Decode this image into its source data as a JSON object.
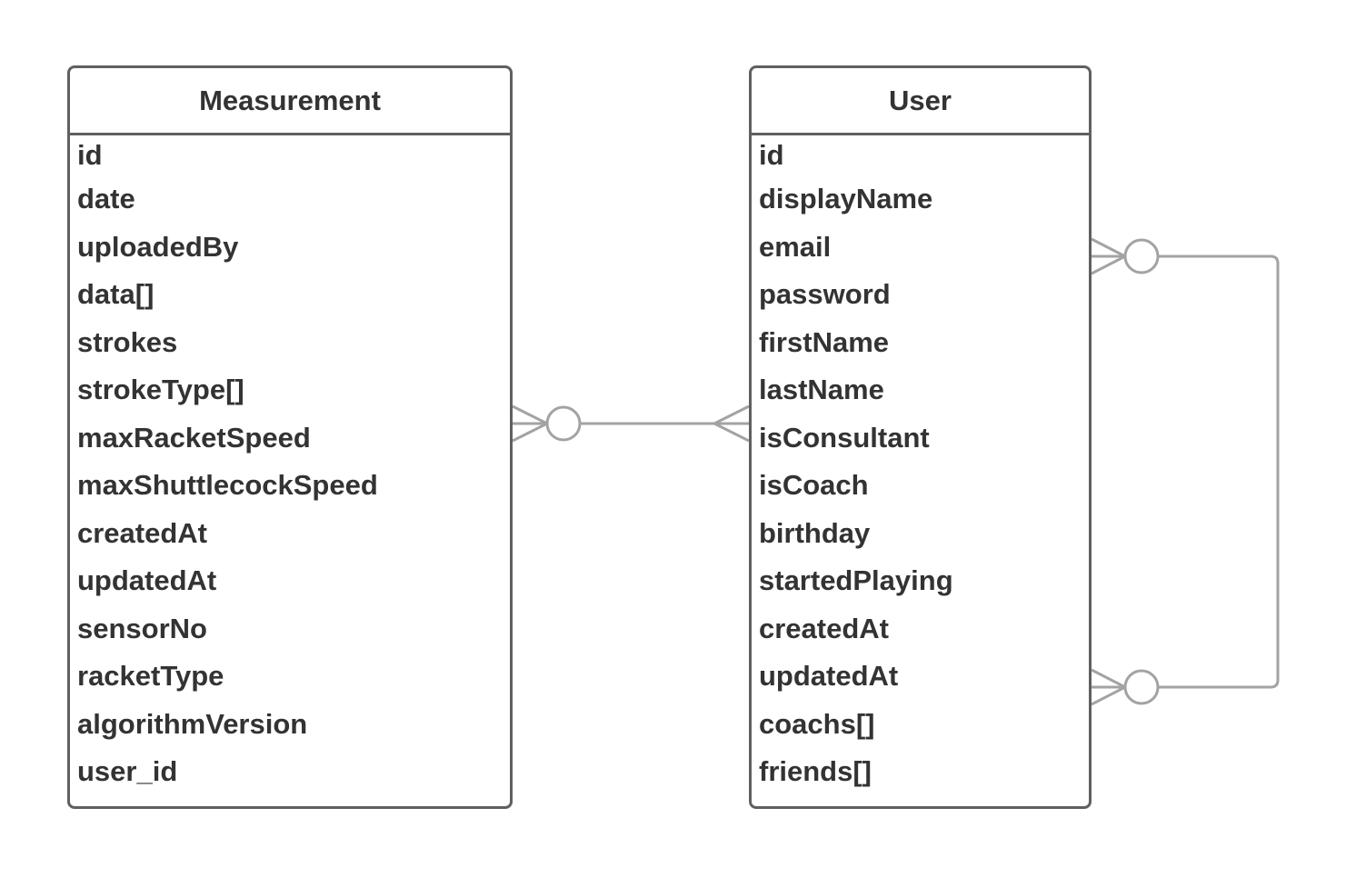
{
  "entities": {
    "measurement": {
      "title": "Measurement",
      "attributes": [
        "id",
        "date",
        "uploadedBy",
        "data[]",
        "strokes",
        "strokeType[]",
        "maxRacketSpeed",
        "maxShuttlecockSpeed",
        "createdAt",
        "updatedAt",
        "sensorNo",
        "racketType",
        "algorithmVersion",
        "user_id"
      ]
    },
    "user": {
      "title": "User",
      "attributes": [
        "id",
        "displayName",
        "email",
        "password",
        "firstName",
        "lastName",
        "isConsultant",
        "isCoach",
        "birthday",
        "startedPlaying",
        "createdAt",
        "updatedAt",
        "coachs[]",
        "friends[]"
      ]
    }
  },
  "relationships": [
    {
      "from": "measurement",
      "to": "user",
      "from_cardinality": "zero-or-many",
      "to_cardinality": "many"
    },
    {
      "from": "user",
      "to": "user",
      "from_cardinality": "zero-or-many",
      "to_cardinality": "zero-or-many"
    }
  ],
  "colors": {
    "border": "#606060",
    "text": "#333333",
    "connector": "#a3a3a3"
  }
}
